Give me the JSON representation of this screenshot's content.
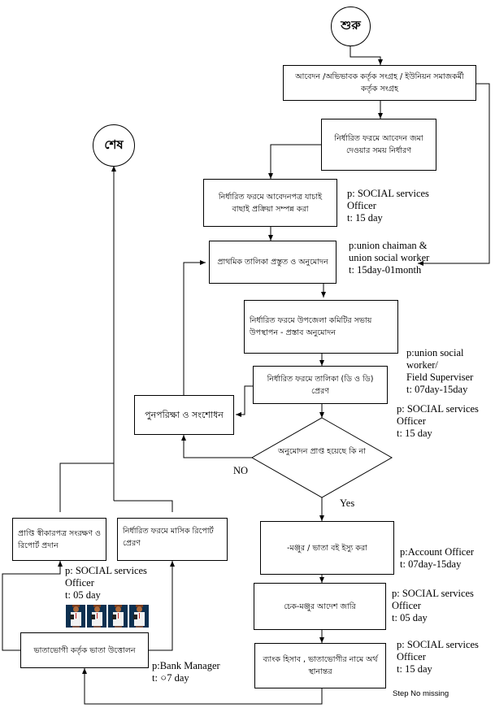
{
  "diagram": {
    "start": {
      "label": "শুরু"
    },
    "end": {
      "label": "শেষ"
    },
    "steps": [
      {
        "id": "s1",
        "text": "আবেদন /অভিভাবক কর্তৃক সংগ্রহ / ইউনিয়ন সমাজকর্মী কর্তৃক সংগ্রহ"
      },
      {
        "id": "s2",
        "text": "নির্ধারিত ফরমে আবেদন জমা দেওয়ার সময় নির্ধারণ"
      },
      {
        "id": "s3",
        "text": "নির্ধারিত ফরমে আবেদনপত্র যাচাই বাছাই প্রক্রিয়া সম্পন্ন করা"
      },
      {
        "id": "s4",
        "text": "প্রাথমিক তালিকা প্রস্তুত ও অনুমোদন"
      },
      {
        "id": "s5",
        "text": "নির্ধারিত ফরমে উপজেলা কমিটির সভায় উপস্থাপন - প্রস্তাব অনুমোদন"
      },
      {
        "id": "s6",
        "text": "নির্ধারিত ফরমে তালিকা (ডি ও ডি) প্রেরণ"
      },
      {
        "id": "s7",
        "text": "পুনপরিক্ষা ও সংশোধন"
      },
      {
        "id": "s8",
        "text": "-মঞ্জুর / ভাতা বই ইস্যু করা"
      },
      {
        "id": "s9",
        "text": "চেক-মঞ্জুর আদেশ জারি"
      },
      {
        "id": "s10",
        "text": "ব্যাংক হিসাব , ভাতাভোগীর নামে অর্থ স্থানান্তর"
      },
      {
        "id": "s11",
        "text": "ভাতাভোগী কর্তৃক ভাতা উত্তোলন"
      },
      {
        "id": "s12",
        "text": "প্রাপ্তি স্বীকারপত্র সংরক্ষণ ও রিপোর্ট প্রদান"
      },
      {
        "id": "s13",
        "text": "নির্ধারিত ফরমে মাসিক রিপোর্ট প্রেরণ"
      }
    ],
    "decision": {
      "text": "অনুমোদন প্রাপ্ত হয়েছে কি না",
      "yes": "Yes",
      "no": "NO"
    },
    "notes": [
      {
        "id": "n1",
        "text": "p: SOCIAL services\nOfficer\nt: 15 day"
      },
      {
        "id": "n2",
        "text": "p:union  chaiman &\nunion social worker\nt: 15day-01month"
      },
      {
        "id": "n3",
        "text": "p:union social worker/\nField Superviser\nt: 07day-15day"
      },
      {
        "id": "n4",
        "text": "p: SOCIAL services\nOfficer\nt: 15 day"
      },
      {
        "id": "n5",
        "text": "p:Account Officer\nt: 07day-15day"
      },
      {
        "id": "n6",
        "text": "p: SOCIAL services\nOfficer\nt: 05 day"
      },
      {
        "id": "n7",
        "text": "p: SOCIAL services\nOfficer\nt: 15 day"
      },
      {
        "id": "n8",
        "text": "p: SOCIAL services\nOfficer\nt: 05 day"
      },
      {
        "id": "n9",
        "text": "p:Bank Manager\nt: ০7 day"
      }
    ],
    "footnote": "Step No missing",
    "clipart": "people-group-icon"
  }
}
